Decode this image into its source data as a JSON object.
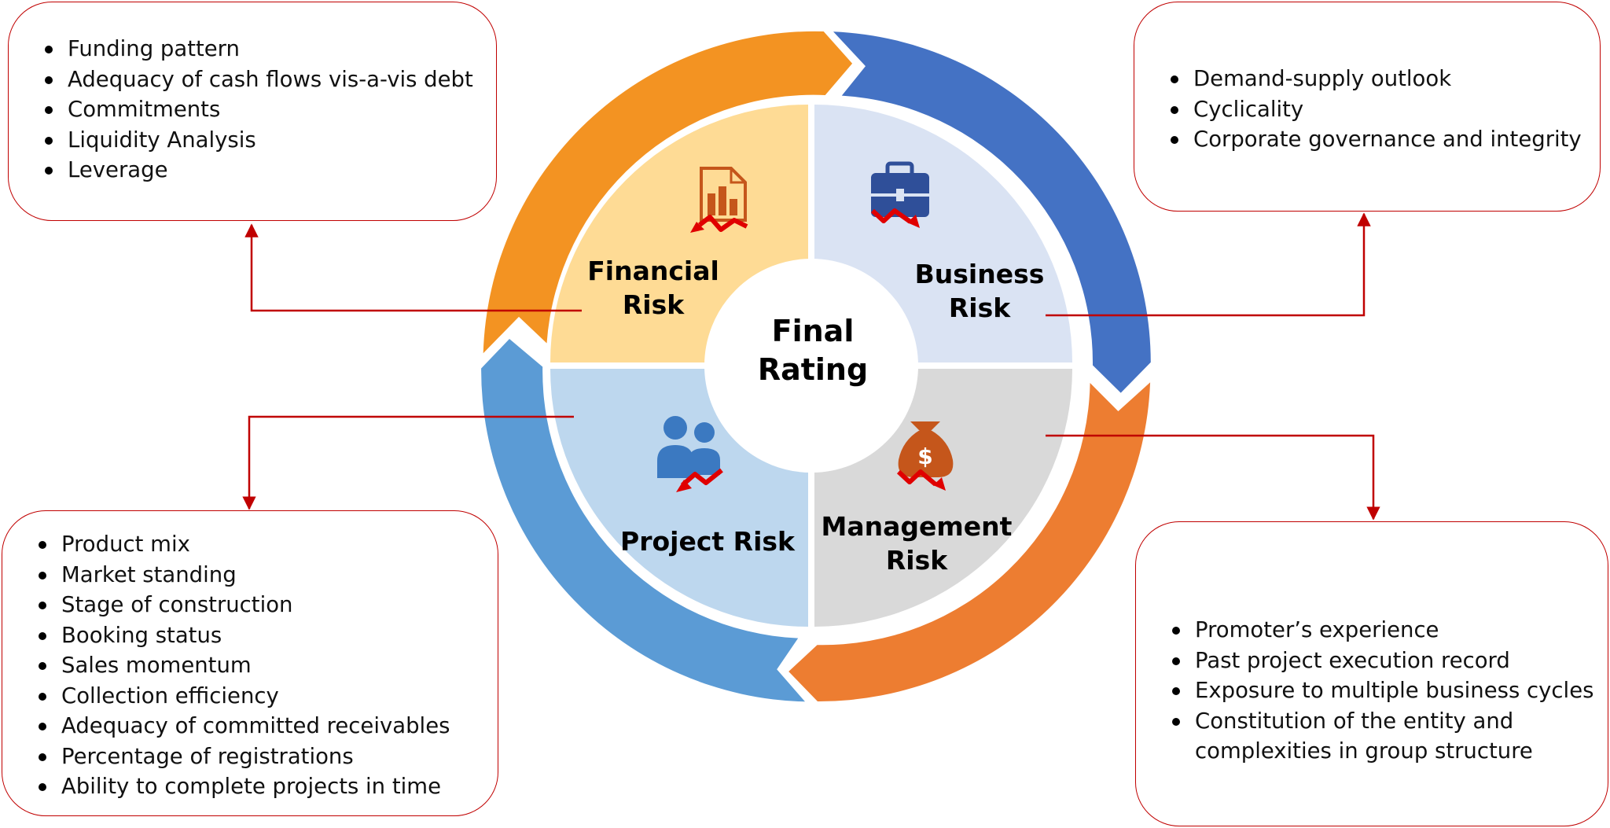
{
  "center": {
    "line1": "Final",
    "line2": "Rating"
  },
  "quadrants": {
    "financial": {
      "line1": "Financial",
      "line2": "Risk",
      "icon": "report-chart-icon"
    },
    "business": {
      "line1": "Business",
      "line2": "Risk",
      "icon": "briefcase-icon"
    },
    "project": {
      "line1": "Project Risk",
      "icon": "people-icon"
    },
    "management": {
      "line1": "Management",
      "line2": "Risk",
      "icon": "money-bag-icon"
    }
  },
  "boxes": {
    "financial": [
      "Funding pattern",
      "Adequacy of cash flows vis-a-vis debt",
      "Commitments",
      "Liquidity Analysis",
      "Leverage"
    ],
    "business": [
      "Demand-supply outlook",
      "Cyclicality",
      "Corporate governance and integrity"
    ],
    "project": [
      "Product mix",
      "Market standing",
      "Stage of construction",
      "Booking status",
      "Sales momentum",
      "Collection efficiency",
      "Adequacy of committed receivables",
      "Percentage of registrations",
      "Ability to complete projects in time"
    ],
    "management": [
      "Promoter’s experience",
      "Past project execution record",
      "Exposure to multiple business cycles",
      "Constitution of the entity and complexities in group structure"
    ]
  },
  "colors": {
    "ring_orange_top": "#f39322",
    "ring_blue_top": "#4472c4",
    "ring_orange_bottom": "#ed7d31",
    "ring_blue_bottom": "#5b9bd5",
    "quad_financial": "#fedb95",
    "quad_business": "#dae3f3",
    "quad_project": "#bdd7ee",
    "quad_management": "#d9d9d9",
    "connector": "#c00000",
    "decline_arrow": "#e00000"
  }
}
